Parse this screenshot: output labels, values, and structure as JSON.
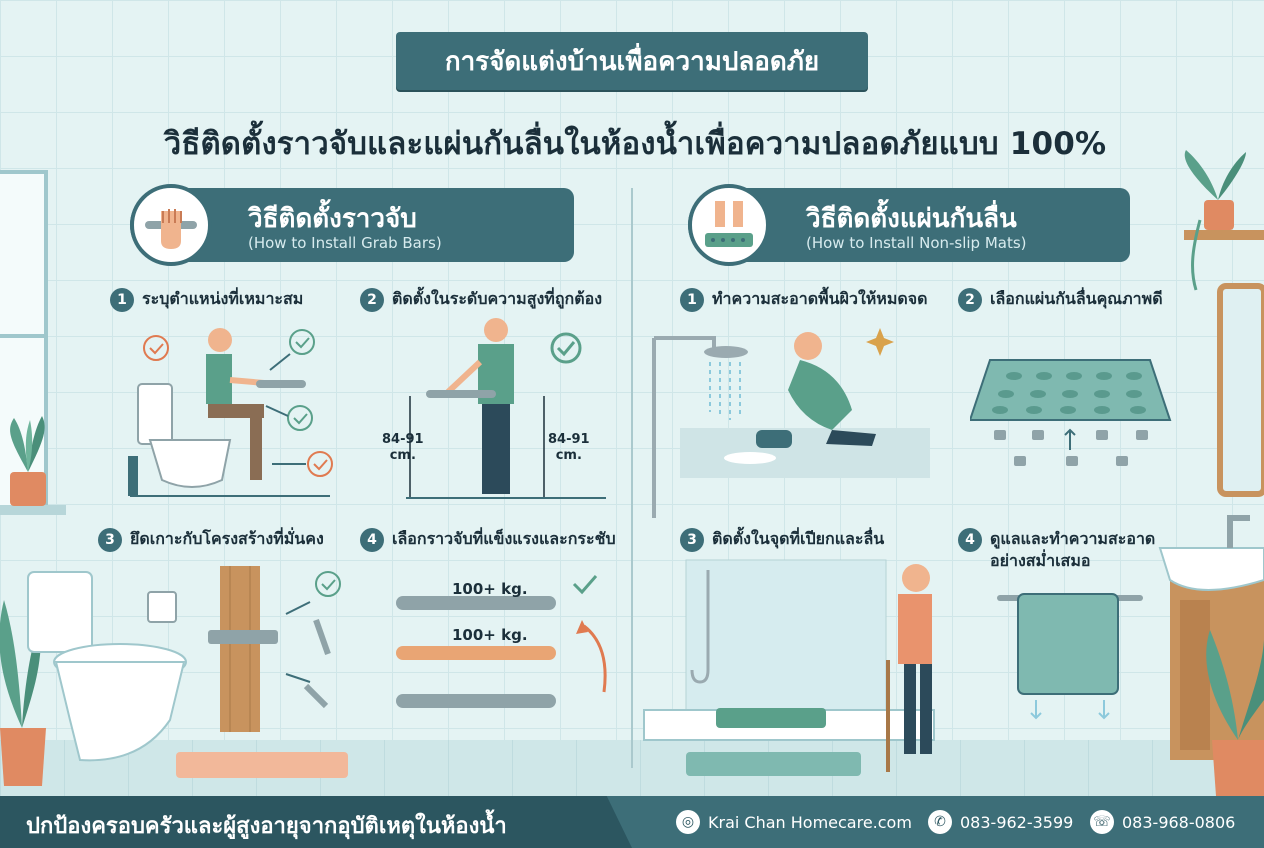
{
  "header": {
    "ribbon": "การจัดแต่งบ้านเพื่อความปลอดภัย",
    "title": "วิธีติดตั้งราวจับและแผ่นกันลื่นในห้องน้ำเพื่อความปลอดภัยแบบ 100%"
  },
  "grab_bars": {
    "title_th": "วิธีติดตั้งราวจับ",
    "title_en": "(How to Install Grab Bars)",
    "steps": [
      {
        "num": "1",
        "text": "ระบุตำแหน่งที่เหมาะสม"
      },
      {
        "num": "2",
        "text": "ติดตั้งในระดับความสูงที่ถูกต้อง"
      },
      {
        "num": "3",
        "text": "ยึดเกาะกับโครงสร้างที่มั่นคง"
      },
      {
        "num": "4",
        "text": "เลือกราวจับที่แข็งแรงและกระชับ"
      }
    ],
    "height_left": "84-91\ncm.",
    "height_right": "84-91\ncm.",
    "load_1": "100+ kg.",
    "load_2": "100+ kg."
  },
  "mats": {
    "title_th": "วิธีติดตั้งแผ่นกันลื่น",
    "title_en": "(How to Install Non-slip Mats)",
    "steps": [
      {
        "num": "1",
        "text": "ทำความสะอาดพื้นผิวให้หมดจด"
      },
      {
        "num": "2",
        "text": "เลือกแผ่นกันลื่นคุณภาพดี"
      },
      {
        "num": "3",
        "text": "ติดตั้งในจุดที่เปียกและลื่น"
      },
      {
        "num": "4",
        "text": "ดูแลและทำความสะอาด\nอย่างสม่ำเสมอ"
      }
    ]
  },
  "footer": {
    "slogan": "ปกป้องครอบครัวและผู้สูงอายุจากอุบัติเหตุในห้องน้ำ",
    "website": "Krai Chan Homecare.com",
    "phone": "083-962-3599",
    "line": "083-968-0806"
  },
  "colors": {
    "primary": "#3d6e78",
    "dark": "#2c5660",
    "accent_green": "#5aa08a",
    "accent_orange": "#e07a50",
    "background": "#e4f3f3"
  },
  "icons": [
    "hand-grab-bar-icon",
    "feet-on-mat-icon",
    "checkmark-icon",
    "globe-icon",
    "phone-icon",
    "whatsapp-icon"
  ]
}
